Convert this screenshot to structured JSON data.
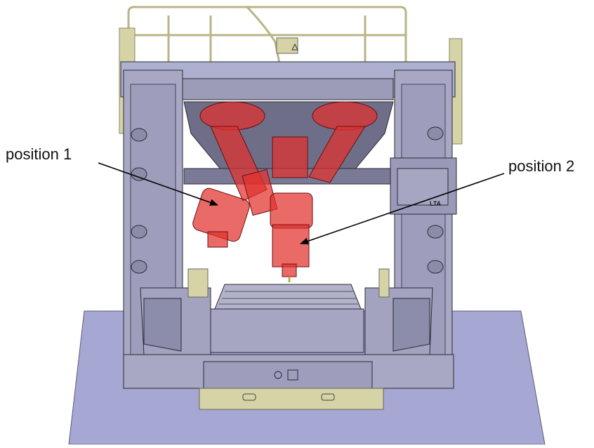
{
  "callouts": {
    "position_1": "position 1",
    "position_2": "position 2"
  },
  "nameplate": {
    "logo_text": "LTA"
  },
  "colors": {
    "frame": "#a8a8c4",
    "frame_dark": "#7c7c98",
    "base_plate": "#a6a7d2",
    "railing": "#d6d4a6",
    "head_red": "#e2302c",
    "outline": "#2a2a36"
  }
}
